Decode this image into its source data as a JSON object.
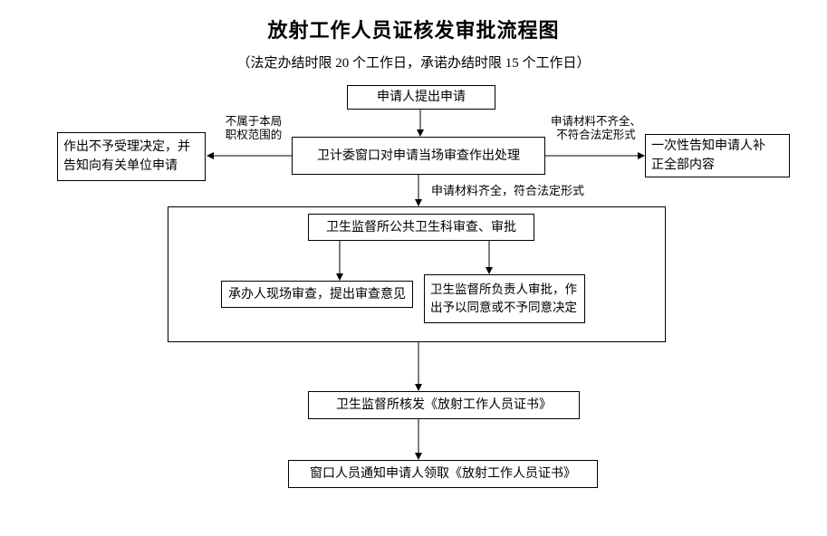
{
  "title": "放射工作人员证核发审批流程图",
  "subtitle": "（法定办结时限 20 个工作日，承诺办结时限 15 个工作日）",
  "nodes": {
    "apply": "申请人提出申请",
    "window_review": "卫计委窗口对申请当场审查作出处理",
    "reject": "作出不予受理决定，并\n告知向有关单位申请",
    "notify_correct": "一次性告知申请人补\n正全部内容",
    "dept_review": "卫生监督所公共卫生科审查、审批",
    "onsite_review": "承办人现场审查，提出审查意见",
    "leader_approve": "卫生监督所负责人审批，作\n出予以同意或不予同意决定",
    "issue_cert": "卫生监督所核发《放射工作人员证书》",
    "notify_collect": "窗口人员通知申请人领取《放射工作人员证书》"
  },
  "edge_labels": {
    "out_of_scope": "不属于本局\n职权范围的",
    "incomplete": "申请材料不齐全、\n不符合法定形式",
    "complete": "申请材料齐全，符合法定形式"
  }
}
